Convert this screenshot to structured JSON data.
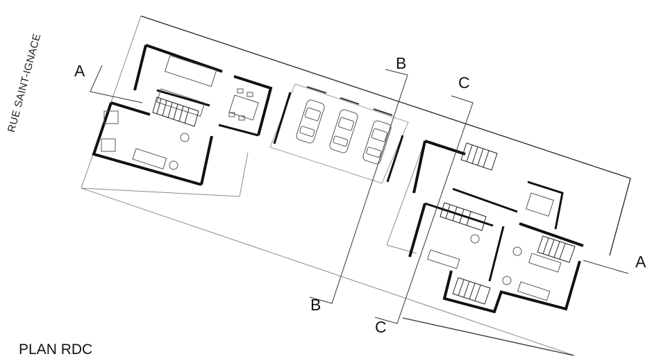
{
  "street_label": "RUE SAINT-IGNACE",
  "plan_title": "PLAN RDC",
  "section_marks": {
    "a_left": "A",
    "a_right": "A",
    "b_top": "B",
    "b_bottom": "B",
    "c_top": "C",
    "c_bottom": "C"
  }
}
